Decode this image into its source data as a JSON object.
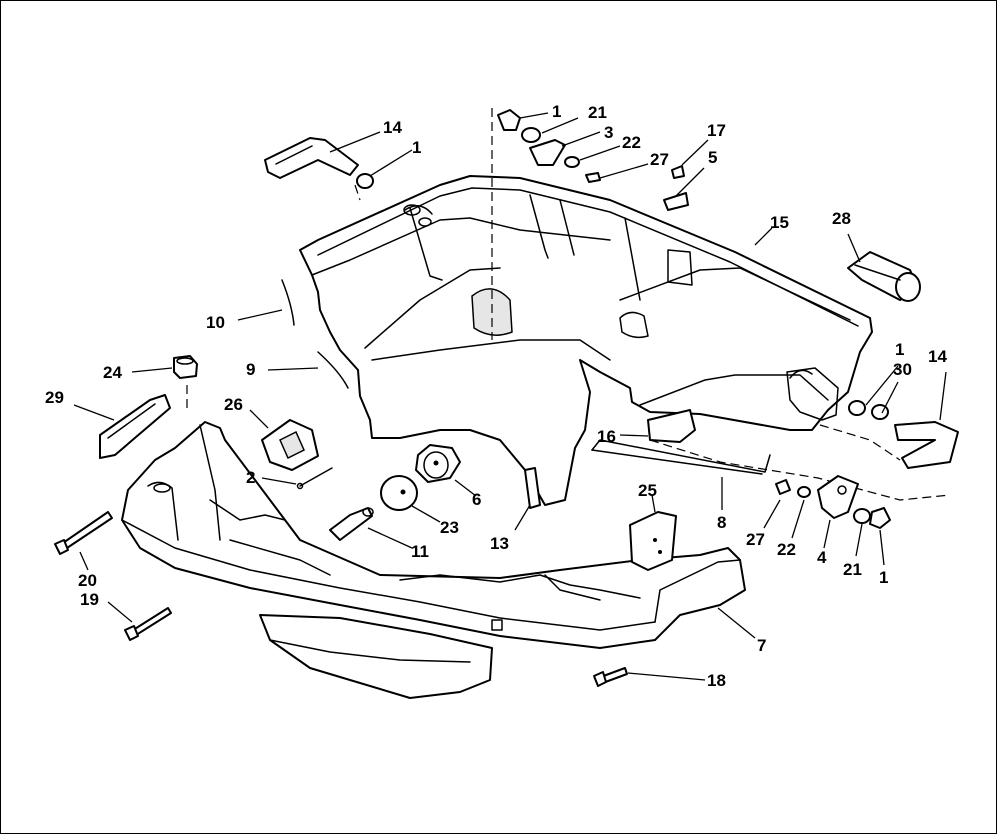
{
  "diagram": {
    "type": "exploded-parts-diagram",
    "callouts": {
      "c1_top": "1",
      "c21_top": "21",
      "c3": "3",
      "c22_top": "22",
      "c27_top": "27",
      "c17": "17",
      "c5": "5",
      "c14_left": "14",
      "c1_left": "1",
      "c15": "15",
      "c28": "28",
      "c10": "10",
      "c9": "9",
      "c24": "24",
      "c29": "29",
      "c26": "26",
      "c2": "2",
      "c1_right": "1",
      "c30": "30",
      "c14_right": "14",
      "c16": "16",
      "c6": "6",
      "c23": "23",
      "c11": "11",
      "c13": "13",
      "c25": "25",
      "c8": "8",
      "c27_right": "27",
      "c22_right": "22",
      "c4": "4",
      "c21_right": "21",
      "c1_bottom": "1",
      "c20": "20",
      "c19": "19",
      "c7": "7",
      "c18": "18"
    }
  }
}
